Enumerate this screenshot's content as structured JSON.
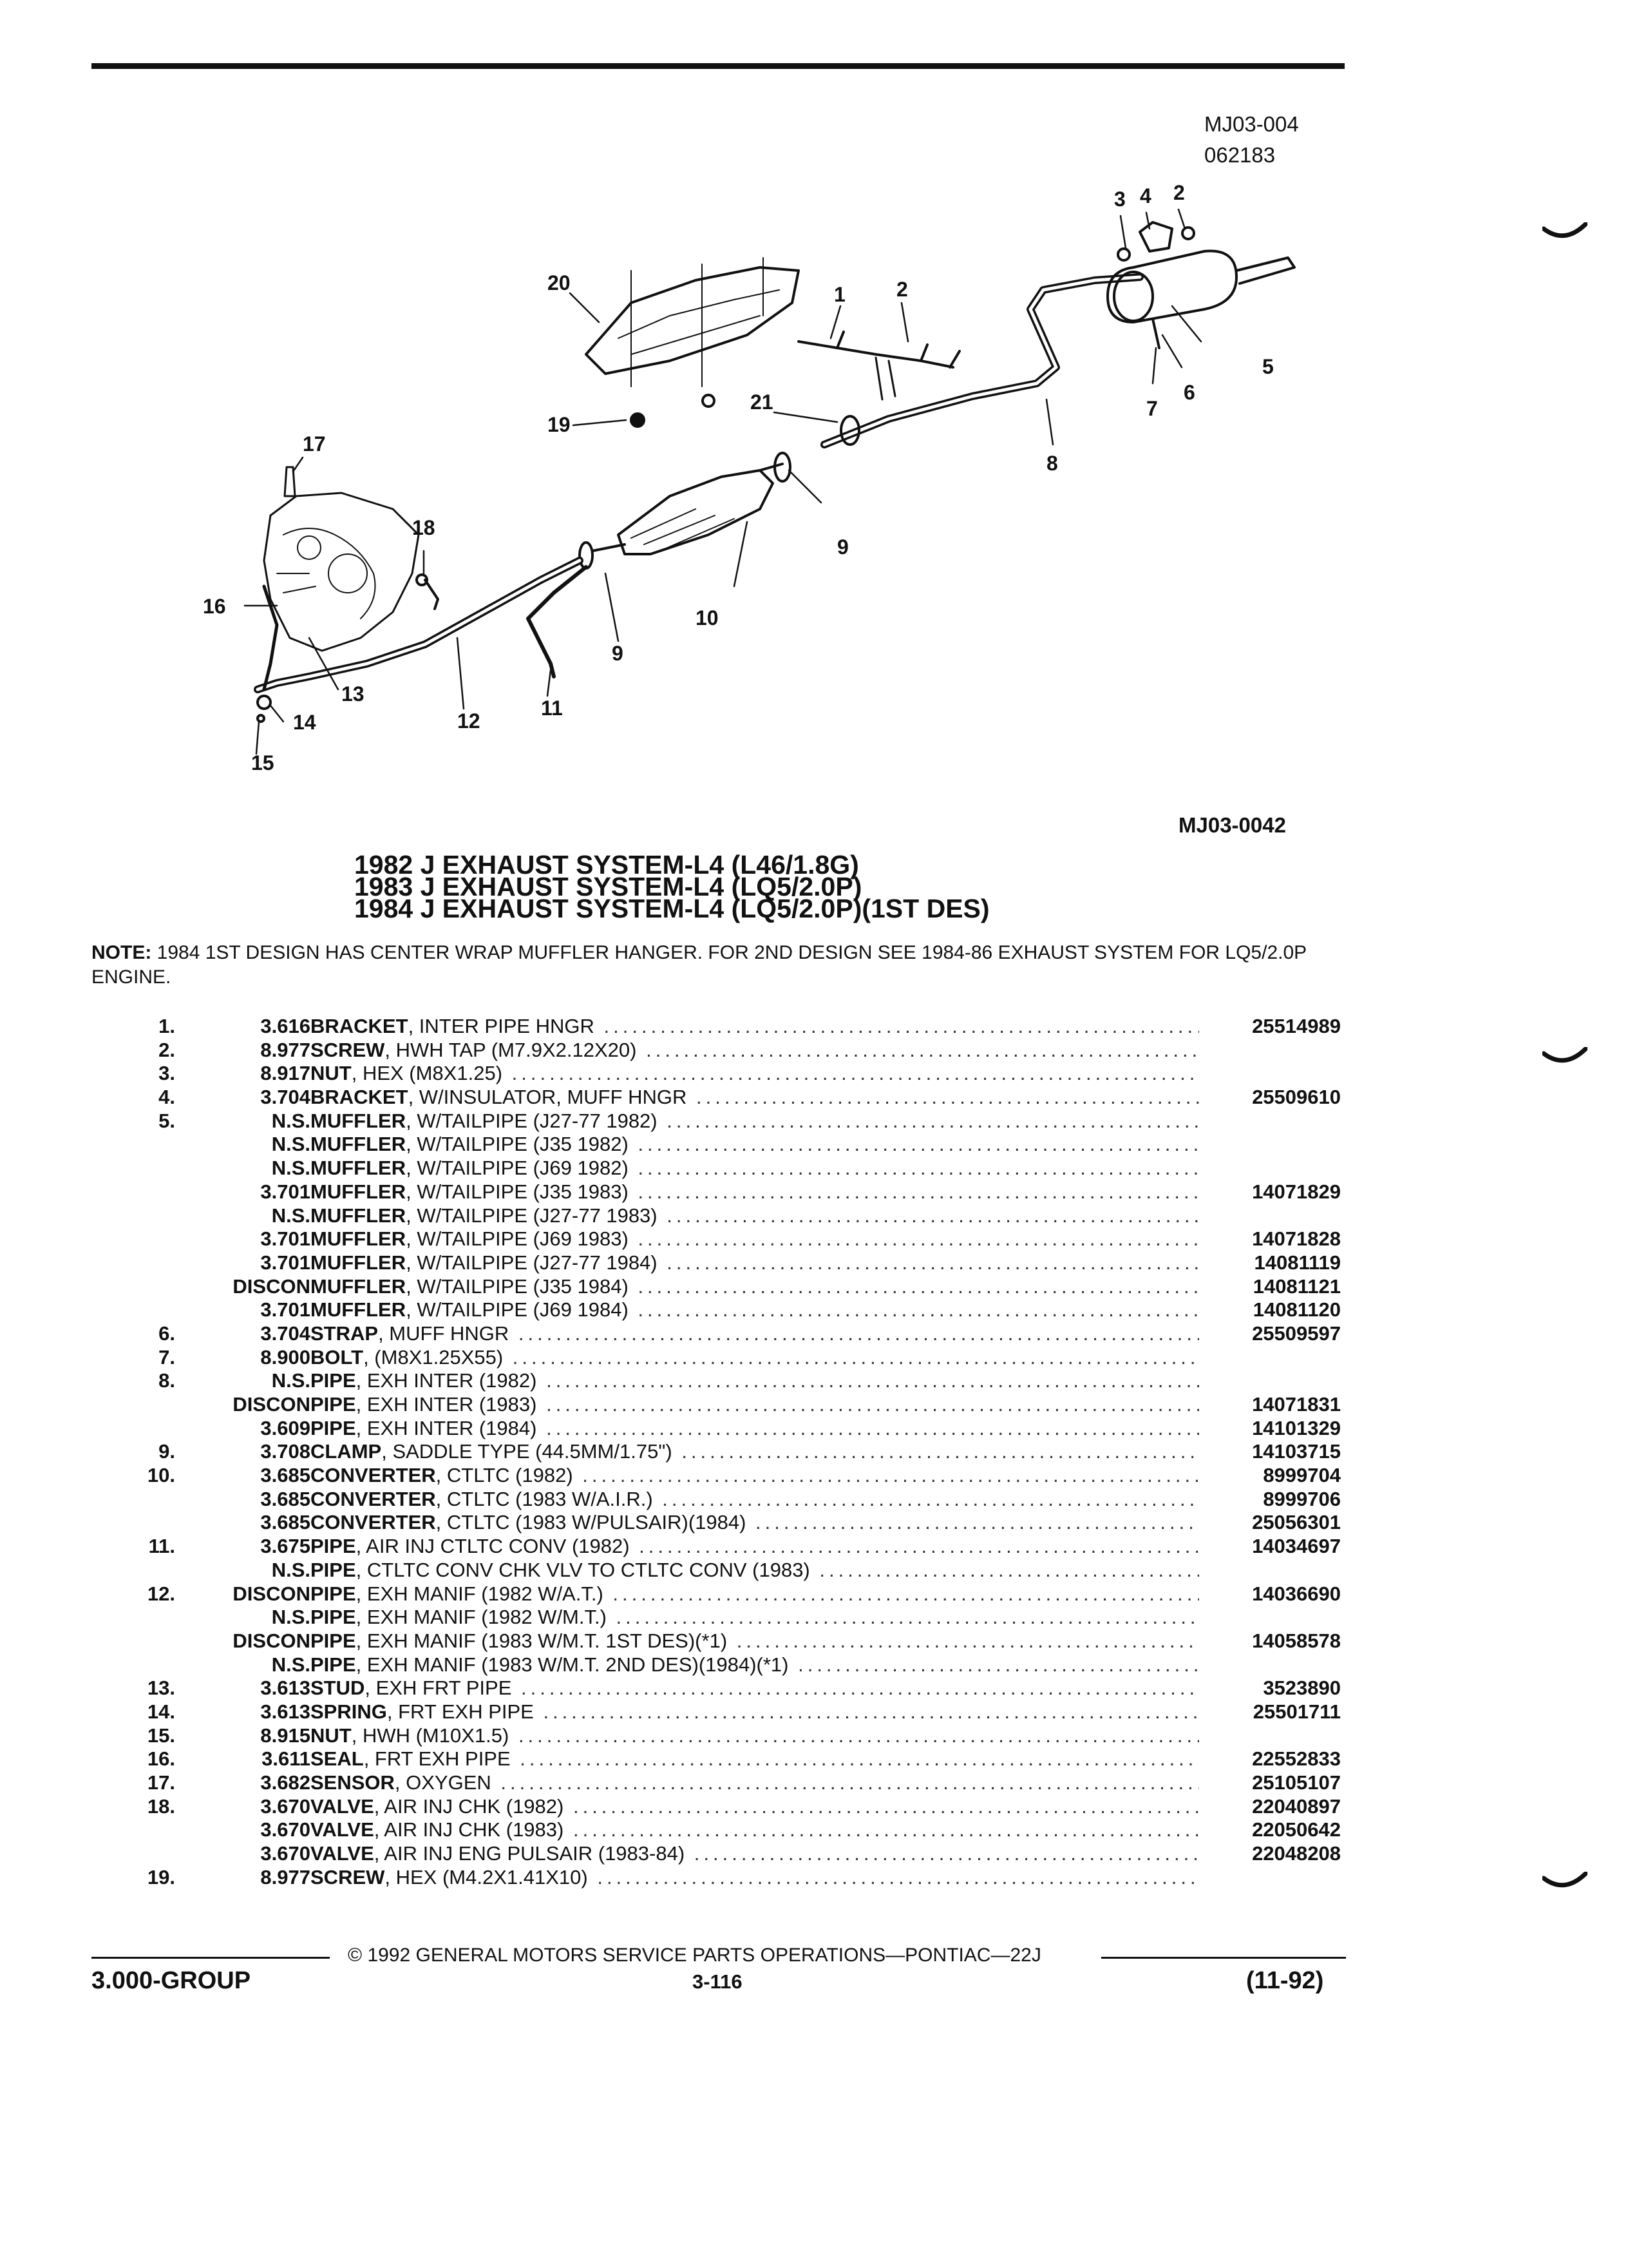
{
  "diagram": {
    "ids": [
      "MJ03-004",
      "062183",
      "MJ03-0042"
    ],
    "callouts": [
      "20",
      "19",
      "1",
      "2",
      "21",
      "3",
      "4",
      "2",
      "5",
      "6",
      "7",
      "8",
      "9",
      "10",
      "17",
      "18",
      "16",
      "13",
      "14",
      "15",
      "12",
      "11",
      "9"
    ]
  },
  "titles": [
    "1982 J EXHAUST SYSTEM-L4 (L46/1.8G)",
    "1983 J EXHAUST SYSTEM-L4 (LQ5/2.0P)",
    "1984 J EXHAUST SYSTEM-L4 (LQ5/2.0P)(1ST DES)"
  ],
  "note": {
    "label": "NOTE:",
    "text": " 1984 1ST DESIGN HAS CENTER WRAP MUFFLER HANGER. FOR 2ND DESIGN SEE 1984-86 EXHAUST SYSTEM FOR LQ5/2.0P ENGINE."
  },
  "parts": [
    {
      "num": "1.",
      "grp": "3.616",
      "name": "BRACKET",
      "spec": ", INTER PIPE HNGR",
      "pn": "25514989"
    },
    {
      "num": "2.",
      "grp": "8.977",
      "name": "SCREW",
      "spec": ", HWH TAP (M7.9X2.12X20)",
      "pn": ""
    },
    {
      "num": "3.",
      "grp": "8.917",
      "name": "NUT",
      "spec": ", HEX (M8X1.25)",
      "pn": ""
    },
    {
      "num": "4.",
      "grp": "3.704",
      "name": "BRACKET",
      "spec": ", W/INSULATOR, MUFF HNGR",
      "pn": "25509610"
    },
    {
      "num": "5.",
      "grp": "N.S.",
      "name": "MUFFLER",
      "spec": ", W/TAILPIPE (J27-77 1982)",
      "pn": ""
    },
    {
      "num": "",
      "grp": "N.S.",
      "name": "MUFFLER",
      "spec": ", W/TAILPIPE (J35 1982)",
      "pn": ""
    },
    {
      "num": "",
      "grp": "N.S.",
      "name": "MUFFLER",
      "spec": ", W/TAILPIPE (J69 1982)",
      "pn": ""
    },
    {
      "num": "",
      "grp": "3.701",
      "name": "MUFFLER",
      "spec": ", W/TAILPIPE (J35 1983)",
      "pn": "14071829"
    },
    {
      "num": "",
      "grp": "N.S.",
      "name": "MUFFLER",
      "spec": ", W/TAILPIPE (J27-77 1983)",
      "pn": ""
    },
    {
      "num": "",
      "grp": "3.701",
      "name": "MUFFLER",
      "spec": ", W/TAILPIPE (J69 1983)",
      "pn": "14071828"
    },
    {
      "num": "",
      "grp": "3.701",
      "name": "MUFFLER",
      "spec": ", W/TAILPIPE (J27-77 1984)",
      "pn": "14081119"
    },
    {
      "num": "",
      "grp": "DISCON",
      "name": "MUFFLER",
      "spec": ", W/TAILPIPE (J35 1984)",
      "pn": "14081121"
    },
    {
      "num": "",
      "grp": "3.701",
      "name": "MUFFLER",
      "spec": ", W/TAILPIPE (J69 1984)",
      "pn": "14081120"
    },
    {
      "num": "6.",
      "grp": "3.704",
      "name": "STRAP",
      "spec": ", MUFF HNGR",
      "pn": "25509597"
    },
    {
      "num": "7.",
      "grp": "8.900",
      "name": "BOLT",
      "spec": ", (M8X1.25X55)",
      "pn": ""
    },
    {
      "num": "8.",
      "grp": "N.S.",
      "name": "PIPE",
      "spec": ", EXH INTER (1982)",
      "pn": ""
    },
    {
      "num": "",
      "grp": "DISCON",
      "name": "PIPE",
      "spec": ", EXH INTER (1983)",
      "pn": "14071831"
    },
    {
      "num": "",
      "grp": "3.609",
      "name": "PIPE",
      "spec": ", EXH INTER (1984)",
      "pn": "14101329"
    },
    {
      "num": "9.",
      "grp": "3.708",
      "name": "CLAMP",
      "spec": ", SADDLE TYPE (44.5MM/1.75\")",
      "pn": "14103715"
    },
    {
      "num": "10.",
      "grp": "3.685",
      "name": "CONVERTER",
      "spec": ", CTLTC (1982)",
      "pn": "8999704"
    },
    {
      "num": "",
      "grp": "3.685",
      "name": "CONVERTER",
      "spec": ", CTLTC (1983 W/A.I.R.)",
      "pn": "8999706"
    },
    {
      "num": "",
      "grp": "3.685",
      "name": "CONVERTER",
      "spec": ", CTLTC (1983 W/PULSAIR)(1984)",
      "pn": "25056301"
    },
    {
      "num": "11.",
      "grp": "3.675",
      "name": "PIPE",
      "spec": ", AIR INJ CTLTC CONV (1982)",
      "pn": "14034697"
    },
    {
      "num": "",
      "grp": "N.S.",
      "name": "PIPE",
      "spec": ", CTLTC CONV CHK VLV TO CTLTC CONV (1983)",
      "pn": ""
    },
    {
      "num": "12.",
      "grp": "DISCON",
      "name": "PIPE",
      "spec": ", EXH MANIF (1982 W/A.T.)",
      "pn": "14036690"
    },
    {
      "num": "",
      "grp": "N.S.",
      "name": "PIPE",
      "spec": ", EXH MANIF (1982 W/M.T.)",
      "pn": ""
    },
    {
      "num": "",
      "grp": "DISCON",
      "name": "PIPE",
      "spec": ", EXH MANIF (1983 W/M.T. 1ST DES)(*1)",
      "pn": "14058578"
    },
    {
      "num": "",
      "grp": "N.S.",
      "name": "PIPE",
      "spec": ", EXH MANIF (1983 W/M.T. 2ND DES)(1984)(*1)",
      "pn": ""
    },
    {
      "num": "13.",
      "grp": "3.613",
      "name": "STUD",
      "spec": ", EXH FRT PIPE",
      "pn": "3523890"
    },
    {
      "num": "14.",
      "grp": "3.613",
      "name": "SPRING",
      "spec": ", FRT EXH PIPE",
      "pn": "25501711"
    },
    {
      "num": "15.",
      "grp": "8.915",
      "name": "NUT",
      "spec": ", HWH (M10X1.5)",
      "pn": ""
    },
    {
      "num": "16.",
      "grp": "3.611",
      "name": "SEAL",
      "spec": ", FRT EXH PIPE",
      "pn": "22552833"
    },
    {
      "num": "17.",
      "grp": "3.682",
      "name": "SENSOR",
      "spec": ", OXYGEN",
      "pn": "25105107"
    },
    {
      "num": "18.",
      "grp": "3.670",
      "name": "VALVE",
      "spec": ", AIR INJ CHK (1982)",
      "pn": "22040897"
    },
    {
      "num": "",
      "grp": "3.670",
      "name": "VALVE",
      "spec": ", AIR INJ CHK (1983)",
      "pn": "22050642"
    },
    {
      "num": "",
      "grp": "3.670",
      "name": "VALVE",
      "spec": ", AIR INJ ENG PULSAIR (1983-84)",
      "pn": "22048208"
    },
    {
      "num": "19.",
      "grp": "8.977",
      "name": "SCREW",
      "spec": ", HEX (M4.2X1.41X10)",
      "pn": ""
    }
  ],
  "footer": {
    "copyright": "© 1992 GENERAL MOTORS SERVICE PARTS OPERATIONS—PONTIAC—22J",
    "group": "3.000-GROUP",
    "page": "3-116",
    "date": "(11-92)"
  }
}
